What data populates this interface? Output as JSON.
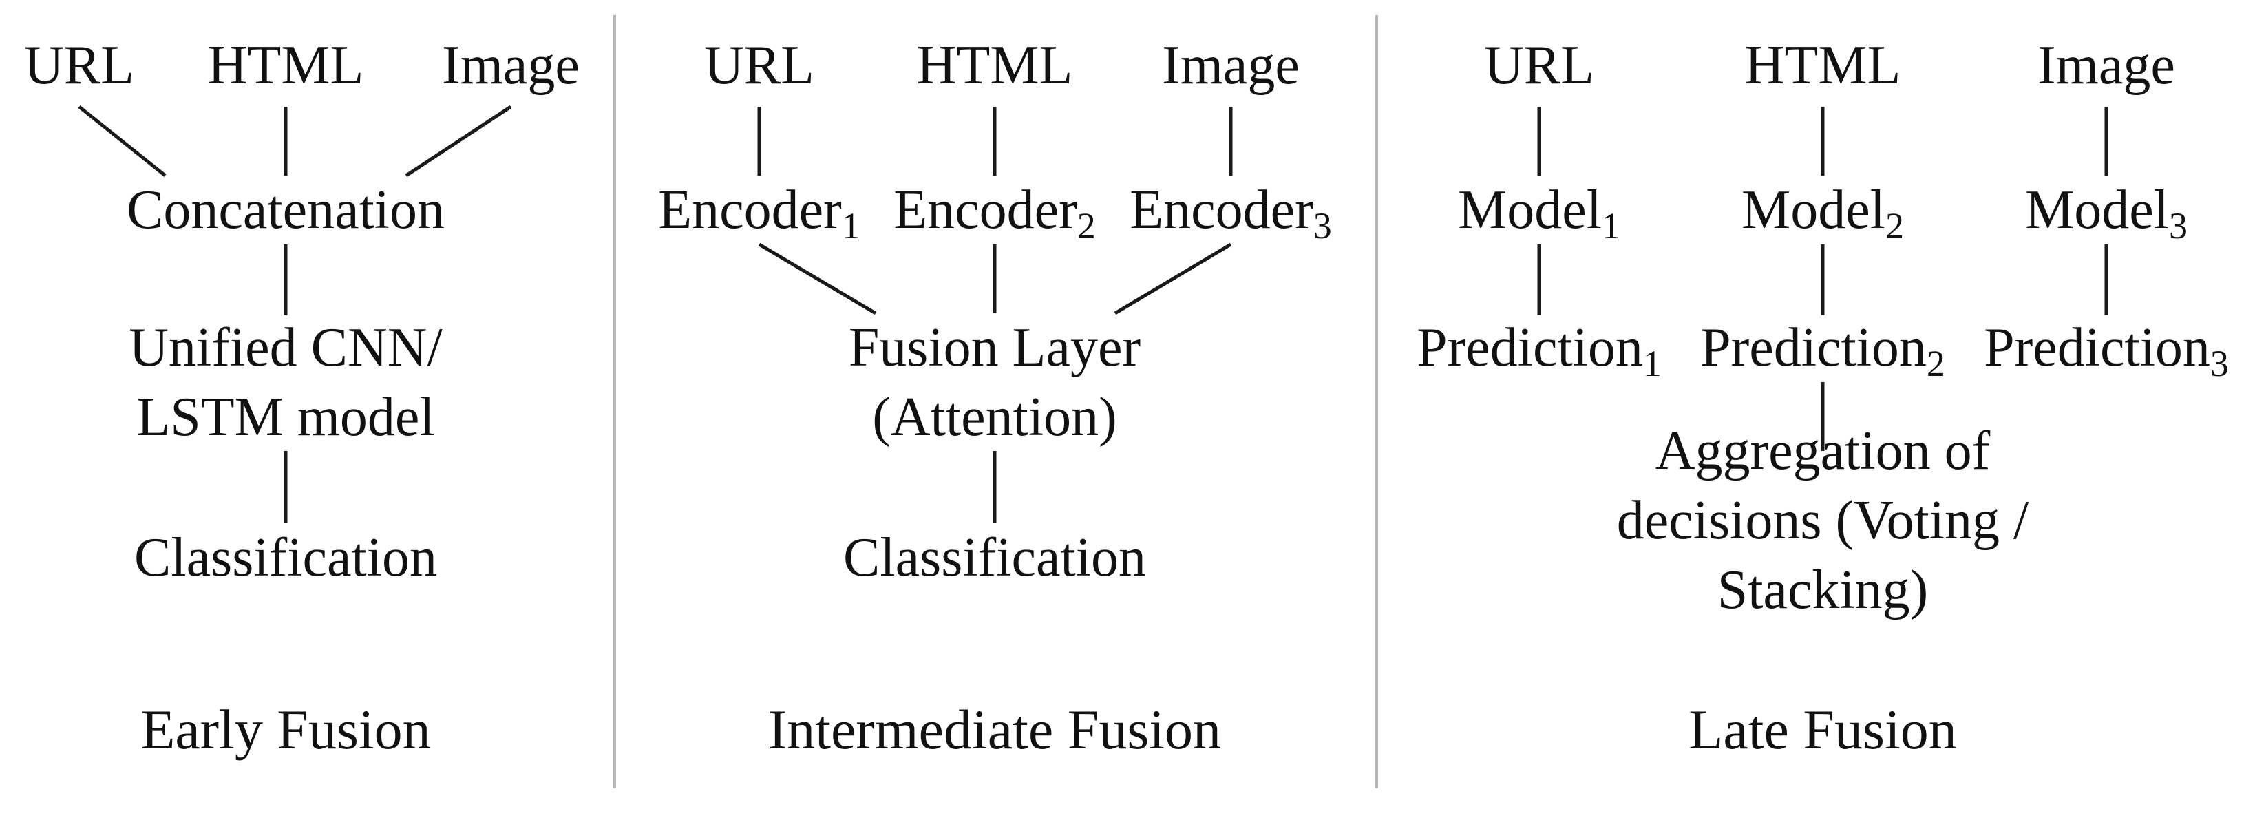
{
  "panels": {
    "early": {
      "inputs": [
        "URL",
        "HTML",
        "Image"
      ],
      "combine": "Concatenation",
      "model": [
        "Unified CNN/",
        "LSTM model"
      ],
      "output": "Classification",
      "caption": "Early Fusion"
    },
    "intermediate": {
      "inputs": [
        "URL",
        "HTML",
        "Image"
      ],
      "encoders": [
        {
          "name": "Encoder",
          "sub": "1"
        },
        {
          "name": "Encoder",
          "sub": "2"
        },
        {
          "name": "Encoder",
          "sub": "3"
        }
      ],
      "fusion": [
        "Fusion Layer",
        "(Attention)"
      ],
      "output": "Classification",
      "caption": "Intermediate Fusion"
    },
    "late": {
      "inputs": [
        "URL",
        "HTML",
        "Image"
      ],
      "models": [
        {
          "name": "Model",
          "sub": "1"
        },
        {
          "name": "Model",
          "sub": "2"
        },
        {
          "name": "Model",
          "sub": "3"
        }
      ],
      "predictions": [
        {
          "name": "Prediction",
          "sub": "1"
        },
        {
          "name": "Prediction",
          "sub": "2"
        },
        {
          "name": "Prediction",
          "sub": "3"
        }
      ],
      "aggregation": [
        "Aggregation of",
        "decisions (Voting /",
        "Stacking)"
      ],
      "caption": "Late Fusion"
    }
  }
}
